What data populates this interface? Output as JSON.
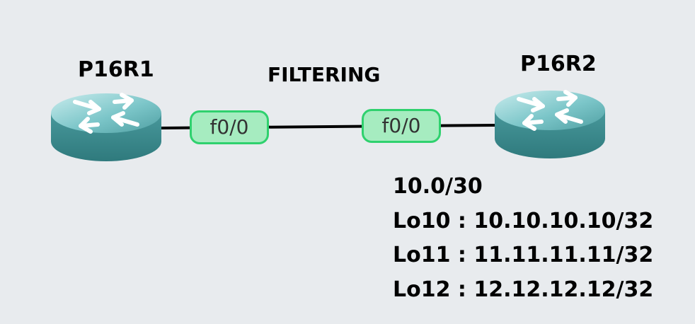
{
  "diagram": {
    "title": "FILTERING",
    "colors": {
      "background": "#e8ebee",
      "link": "#000000",
      "router_body": "#3a8c8f",
      "router_top": "#8fd2d4",
      "interface_fill": "#a6ecc0",
      "interface_border": "#2fd16e"
    },
    "nodes": [
      {
        "name": "P16R1",
        "icon": "router-icon",
        "interface": "f0/0"
      },
      {
        "name": "P16R2",
        "icon": "router-icon",
        "interface": "f0/0"
      }
    ],
    "link": {
      "subnet": "10.0/30"
    },
    "loopbacks": [
      "Lo10 : 10.10.10.10/32",
      "Lo11 : 11.11.11.11/32",
      "Lo12 : 12.12.12.12/32"
    ]
  }
}
